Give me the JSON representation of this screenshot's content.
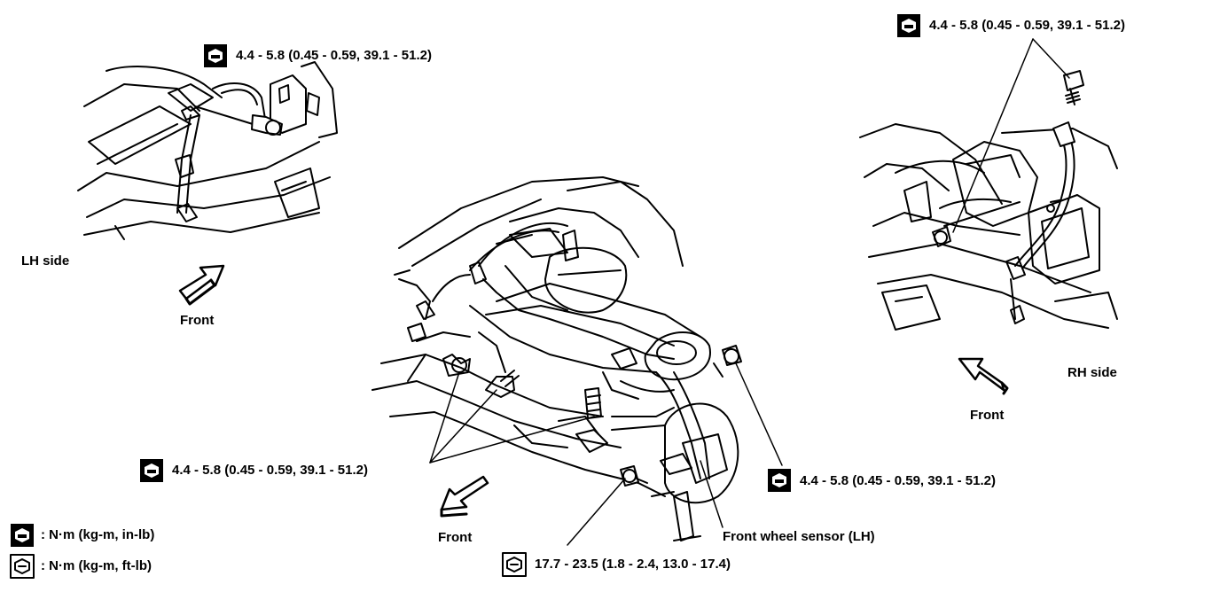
{
  "labels": {
    "lh_side": "LH side",
    "rh_side": "RH side",
    "front_lh": "Front",
    "front_center": "Front",
    "front_rh": "Front",
    "front_wheel_sensor": "Front wheel sensor (LH)"
  },
  "torque_specs": {
    "lh_bolt": "4.4 - 5.8 (0.45 - 0.59, 39.1 - 51.2)",
    "rh_bolt": "4.4 - 5.8 (0.45 - 0.59, 39.1 - 51.2)",
    "center_bolts": "4.4 - 5.8 (0.45 - 0.59, 39.1 - 51.2)",
    "sensor_bolt": "4.4 - 5.8 (0.45 - 0.59, 39.1 - 51.2)",
    "knuckle_bolt": "17.7 - 23.5 (1.8 - 2.4, 13.0 - 17.4)"
  },
  "legend": {
    "nm_in_lb": ": N·m (kg-m, in-lb)",
    "nm_ft_lb": ": N·m (kg-m, ft-lb)"
  },
  "icons": {
    "torque_in_lb": "bolt-torque-filled-icon",
    "torque_ft_lb": "bolt-torque-outline-icon",
    "front_arrow": "front-direction-arrow-icon"
  },
  "colors": {
    "ink": "#000000",
    "background": "#ffffff"
  }
}
